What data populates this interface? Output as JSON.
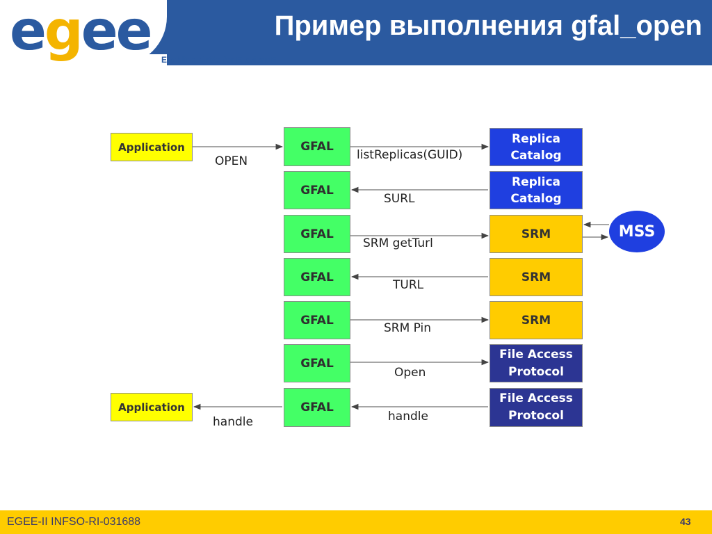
{
  "header": {
    "logo": "egee",
    "title": "Пример выполнения gfal_open",
    "tagline": "Enabling Grids for E-sciencE"
  },
  "diagram": {
    "application_label": "Application",
    "gfal_label": "GFAL",
    "replica_catalog": "Replica Catalog",
    "srm_label": "SRM",
    "file_access_protocol": "File Access Protocol",
    "mss_label": "MSS",
    "messages": {
      "open_upper": "OPEN",
      "list_replicas": "listReplicas(GUID)",
      "surl": "SURL",
      "srm_getturl": "SRM getTurl",
      "turl": "TURL",
      "srm_pin": "SRM Pin",
      "open": "Open",
      "handle_right": "handle",
      "handle_left": "handle"
    }
  },
  "footer": {
    "project": "EGEE-II INFSO-RI-031688",
    "page_number": "43"
  },
  "colors": {
    "brand_blue": "#2b5aa0",
    "footer_yellow": "#ffcc00",
    "application": "#ffff00",
    "gfal": "#44ff66",
    "replica_catalog": "#1f3fe0",
    "srm": "#ffcc00",
    "file_access_protocol": "#2c3593"
  }
}
